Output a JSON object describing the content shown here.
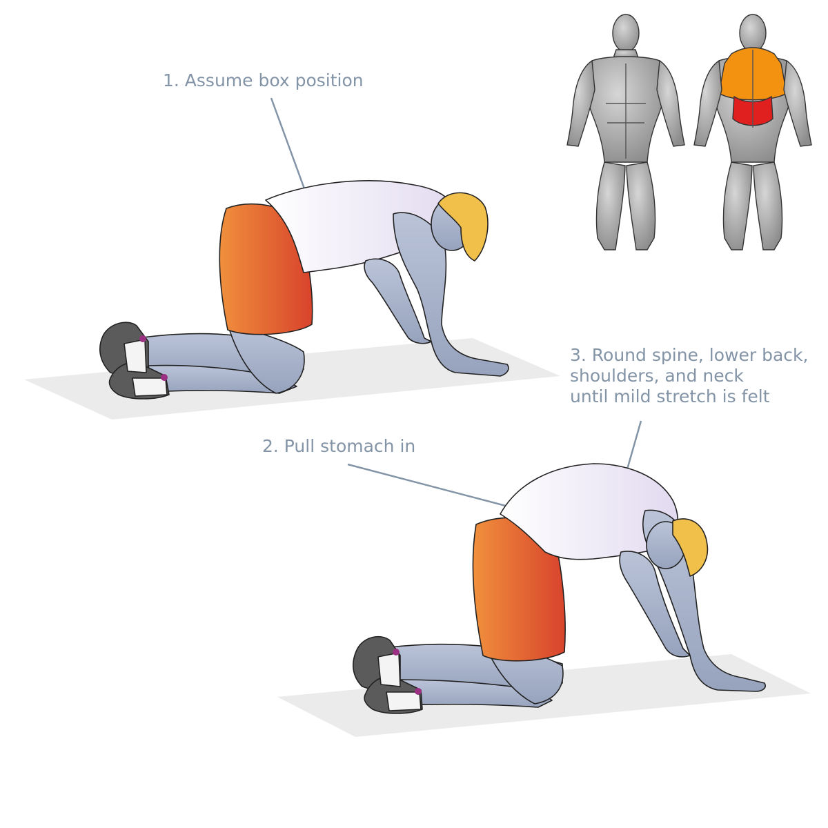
{
  "steps": [
    {
      "text": "1. Assume box position"
    },
    {
      "text": "2. Pull stomach in"
    },
    {
      "lines": [
        "3. Round spine, lower back,",
        "shoulders, and neck",
        "until mild stretch is felt"
      ]
    }
  ],
  "colors": {
    "label": "#8394a7",
    "mat": "#ebebeb",
    "shorts_light": "#f0903c",
    "shorts_dark": "#d8432c",
    "skin": "#a8b3cc",
    "hair": "#f0c04a",
    "muscle_primary": "#e01f1f",
    "muscle_secondary": "#f39110",
    "body_gray": "#a5a5a5"
  },
  "icons": [
    "figure-box-position",
    "figure-rounded-spine",
    "muscle-map-front",
    "muscle-map-back"
  ]
}
